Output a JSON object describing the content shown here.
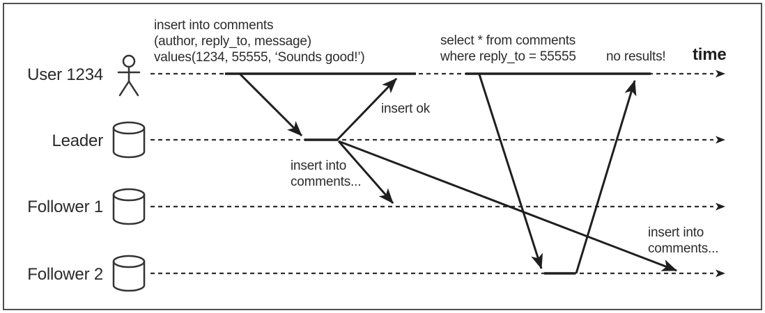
{
  "diagram": {
    "time_label": "time",
    "rows": [
      {
        "label": "User 1234",
        "icon": "person-icon"
      },
      {
        "label": "Leader",
        "icon": "database-icon"
      },
      {
        "label": "Follower 1",
        "icon": "database-icon"
      },
      {
        "label": "Follower 2",
        "icon": "database-icon"
      }
    ],
    "annotations": {
      "insert_query": {
        "line1": "insert into comments",
        "line2": "(author, reply_to, message)",
        "line3": "values(1234, 55555, ‘Sounds good!’)"
      },
      "insert_ok": "insert ok",
      "replicate_follower1": {
        "line1": "insert into",
        "line2": "comments..."
      },
      "select_query": {
        "line1": "select * from comments",
        "line2": "where reply_to = 55555"
      },
      "no_results": "no results!",
      "replicate_follower2": {
        "line1": "insert into",
        "line2": "comments..."
      }
    },
    "colors": {
      "ink": "#2b2b2b",
      "line": "#1f1f1f",
      "background": "#ffffff",
      "frame": "#4f4f4f"
    }
  }
}
